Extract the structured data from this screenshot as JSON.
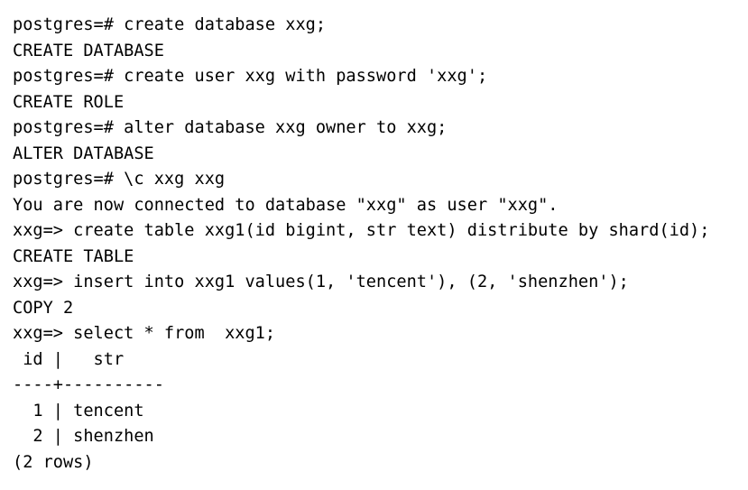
{
  "terminal": {
    "lines": [
      "postgres=# create database xxg;",
      "CREATE DATABASE",
      "postgres=# create user xxg with password 'xxg';",
      "CREATE ROLE",
      "postgres=# alter database xxg owner to xxg;",
      "ALTER DATABASE",
      "postgres=# \\c xxg xxg",
      "You are now connected to database \"xxg\" as user \"xxg\".",
      "xxg=> create table xxg1(id bigint, str text) distribute by shard(id);",
      "CREATE TABLE",
      "xxg=> insert into xxg1 values(1, 'tencent'), (2, 'shenzhen');",
      "COPY 2",
      "xxg=> select * from  xxg1;",
      " id |   str",
      "----+----------",
      "  1 | tencent",
      "  2 | shenzhen",
      "(2 rows)"
    ]
  }
}
